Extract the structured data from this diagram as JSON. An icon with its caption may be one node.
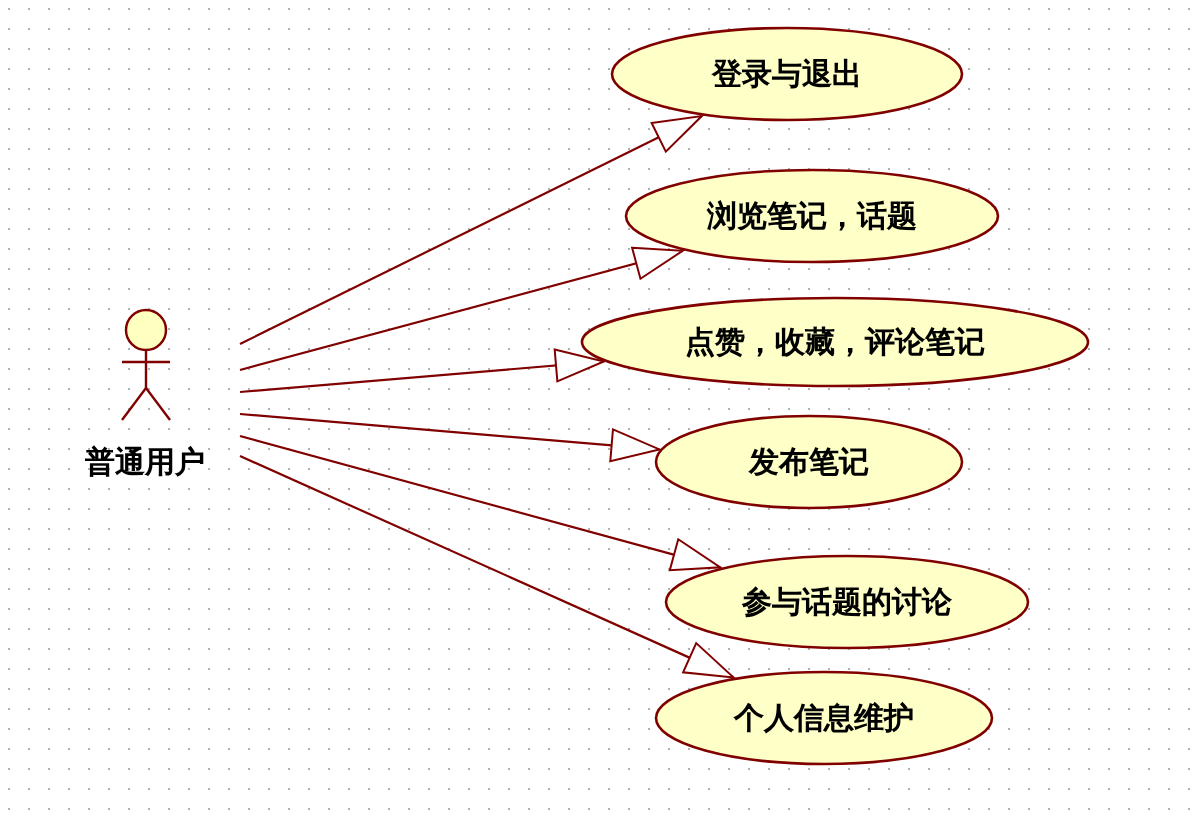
{
  "diagram": {
    "nodes": [
      {
        "text": [
          "普通用户"
        ]
      },
      {
        "text": [
          "登录与退出"
        ]
      },
      {
        "text": [
          "浏览笔记，话题"
        ]
      },
      {
        "text": [
          "点赞，收藏，评论笔记"
        ]
      },
      {
        "text": [
          "发布笔记"
        ]
      },
      {
        "text": [
          "参与话题的讨论"
        ]
      },
      {
        "text": [
          "个人信息维护"
        ]
      }
    ],
    "edges": [
      {
        "from": 0,
        "to": 1,
        "arrow": "to"
      },
      {
        "from": 0,
        "to": 2,
        "arrow": "to"
      },
      {
        "from": 0,
        "to": 3,
        "arrow": "to"
      },
      {
        "from": 0,
        "to": 4,
        "arrow": "to"
      },
      {
        "from": 0,
        "to": 5,
        "arrow": "to"
      },
      {
        "from": 0,
        "to": 6,
        "arrow": "to"
      }
    ]
  }
}
